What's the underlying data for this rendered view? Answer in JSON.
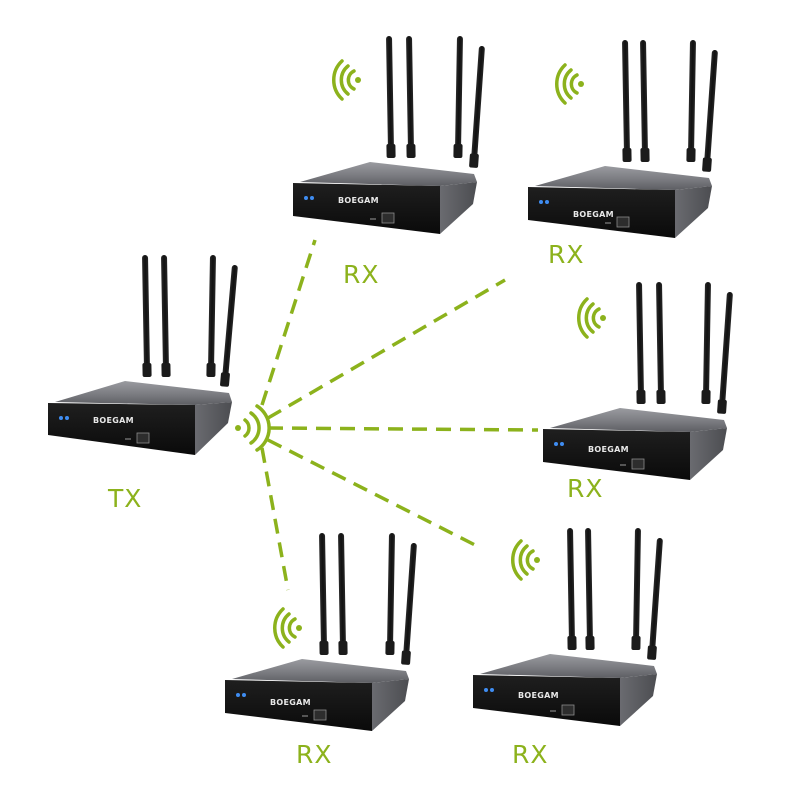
{
  "colors": {
    "accent": "#8cb21c",
    "device_body": "#76777b",
    "device_front": "#131313",
    "antenna": "#1a1a1a",
    "led": "#3f8df2"
  },
  "brand": "BOEGAM",
  "transmitter": {
    "label": "TX",
    "icon": "wifi-signal-icon"
  },
  "receivers": [
    {
      "id": "rx-1",
      "label": "RX",
      "icon": "wifi-signal-icon"
    },
    {
      "id": "rx-2",
      "label": "RX",
      "icon": "wifi-signal-icon"
    },
    {
      "id": "rx-3",
      "label": "RX",
      "icon": "wifi-signal-icon"
    },
    {
      "id": "rx-4",
      "label": "RX",
      "icon": "wifi-signal-icon"
    },
    {
      "id": "rx-5",
      "label": "RX",
      "icon": "wifi-signal-icon"
    }
  ]
}
